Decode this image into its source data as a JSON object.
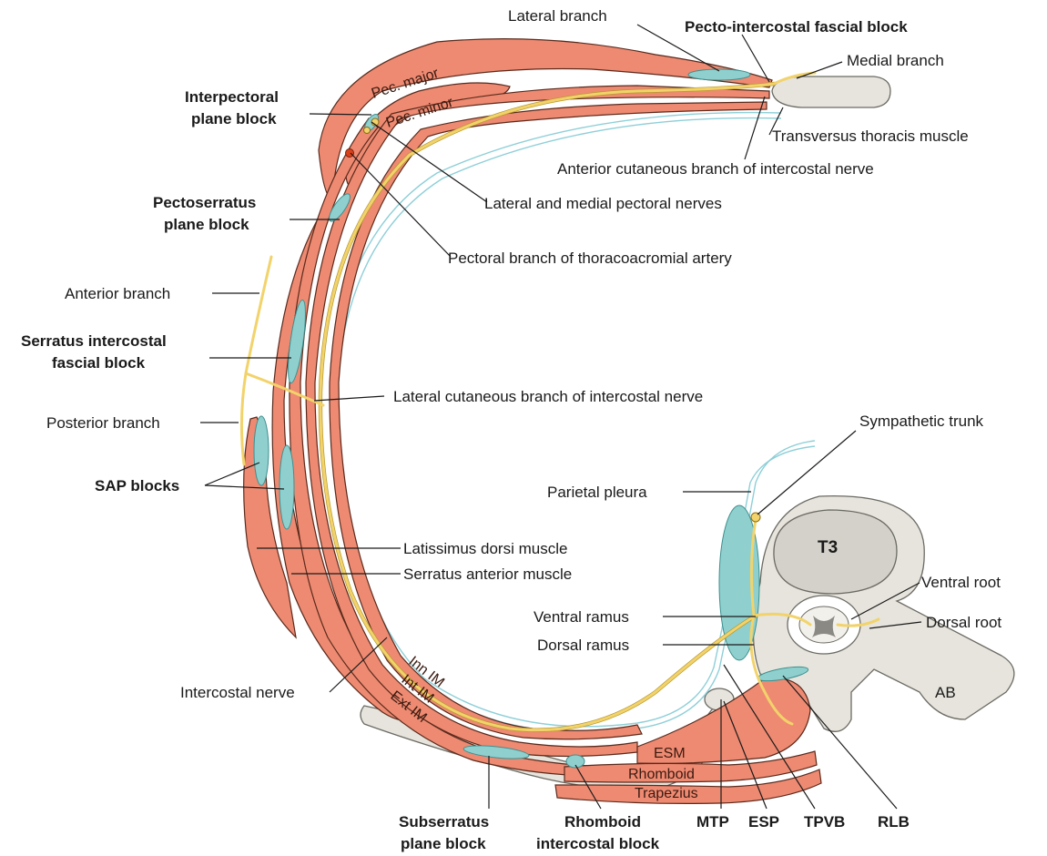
{
  "labels": {
    "lateral_branch": "Lateral branch",
    "pecto_intercostal": "Pecto-intercostal fascial block",
    "medial_branch": "Medial branch",
    "interpectoral_1": "Interpectoral",
    "interpectoral_2": "plane block",
    "transversus_thoracis": "Transversus thoracis muscle",
    "anterior_cutaneous": "Anterior cutaneous branch of intercostal nerve",
    "pectoserratus_1": "Pectoserratus",
    "pectoserratus_2": "plane block",
    "lateral_medial_pectoral": "Lateral and medial pectoral nerves",
    "pectoral_artery": "Pectoral branch of thoracoacromial artery",
    "anterior_branch": "Anterior branch",
    "serratus_intercostal_1": "Serratus intercostal",
    "serratus_intercostal_2": "fascial block",
    "lateral_cutaneous": "Lateral cutaneous branch of intercostal nerve",
    "posterior_branch": "Posterior branch",
    "sympathetic_trunk": "Sympathetic trunk",
    "sap_blocks": "SAP blocks",
    "parietal_pleura": "Parietal pleura",
    "latissimus": "Latissimus dorsi muscle",
    "serratus_anterior": "Serratus anterior muscle",
    "ventral_root": "Ventral root",
    "ventral_ramus": "Ventral ramus",
    "dorsal_root": "Dorsal root",
    "dorsal_ramus": "Dorsal ramus",
    "intercostal_nerve": "Intercostal nerve",
    "ab": "AB",
    "t3": "T3",
    "subserratus_1": "Subserratus",
    "subserratus_2": "plane block",
    "rhomboid_ic_1": "Rhomboid",
    "rhomboid_ic_2": "intercostal block",
    "mtp": "MTP",
    "esp": "ESP",
    "tpvb": "TPVB",
    "rlb": "RLB"
  },
  "muscle_labels": {
    "pec_major": "Pec. major",
    "pec_minor": "Pec. minor",
    "inn_im": "Inn IM",
    "int_im": "Int IM",
    "ext_im": "Ext IM",
    "esm": "ESM",
    "rhomboid": "Rhomboid",
    "trapezius": "Trapezius"
  },
  "colors": {
    "muscle": "#ee8a72",
    "block": "#8fd0cf",
    "nerve": "#f2d36b",
    "pleura": "#8ecfd8",
    "bone": "#e6e4dc",
    "artery": "#d9421b"
  }
}
